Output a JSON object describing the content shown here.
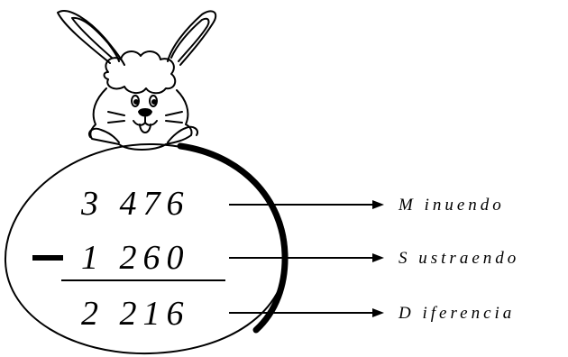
{
  "subtraction": {
    "minuend": "3 476",
    "subtrahend": "1 260",
    "difference": "2 216"
  },
  "labels": {
    "minuend": "M inuendo",
    "subtrahend": "S ustraendo",
    "difference": "D iferencia"
  },
  "colors": {
    "ink": "#000000",
    "background": "#ffffff"
  }
}
